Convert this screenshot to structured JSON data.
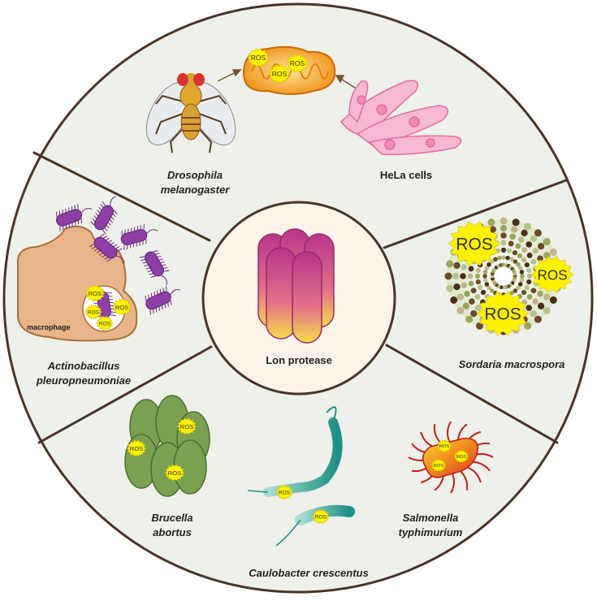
{
  "center": {
    "label": "Lon protease"
  },
  "sectors": {
    "drosophila": {
      "line1": "Drosophila",
      "line2": "melanogaster"
    },
    "hela": {
      "label": "HeLa cells"
    },
    "actinobacillus": {
      "line1": "Actinobacillus",
      "line2": "pleuropneumoniae",
      "cell_label": "macrophage"
    },
    "sordaria": {
      "label": "Sordaria macrospora"
    },
    "brucella": {
      "line1": "Brucella",
      "line2": "abortus"
    },
    "caulobacter": {
      "label": "Caulobacter crescentus"
    },
    "salmonella": {
      "line1": "Salmonella",
      "line2": "typhimurium"
    }
  },
  "ros_label": "ROS",
  "colors": {
    "sector_fill": "#eef0ea",
    "divider": "#4a3428",
    "center_fill": "#fbf4ea",
    "ros_burst": "#fff200",
    "protease_top": "#c0408c",
    "protease_bottom": "#f7d64a",
    "mitochondria": "#f39c12",
    "hela": "#f4a6c8",
    "bacteria_purple": "#8e3fa6",
    "macrophage": "#e8b48a",
    "brucella": "#7aa152",
    "caulobacter": "#2aa39a",
    "salmonella": "#d9302c"
  }
}
